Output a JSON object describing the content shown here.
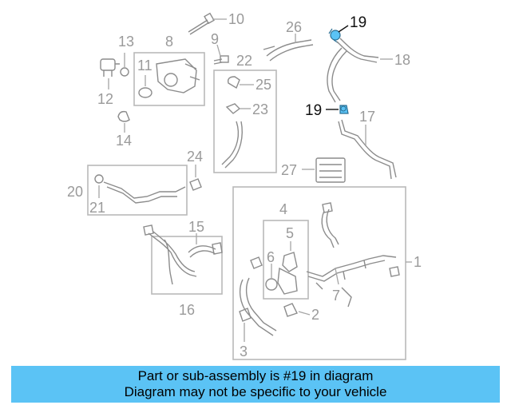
{
  "diagram": {
    "callouts": {
      "n1": "1",
      "n2": "2",
      "n3": "3",
      "n4": "4",
      "n5": "5",
      "n6": "6",
      "n7": "7",
      "n8": "8",
      "n9": "9",
      "n10": "10",
      "n11": "11",
      "n12": "12",
      "n13": "13",
      "n14": "14",
      "n15": "15",
      "n16": "16",
      "n17": "17",
      "n18": "18",
      "n19a": "19",
      "n19b": "19",
      "n20": "20",
      "n21": "21",
      "n22": "22",
      "n23": "23",
      "n24": "24",
      "n25": "25",
      "n26": "26",
      "n27": "27"
    },
    "highlight_color": "#5bc3f5",
    "highlight_part": "19"
  },
  "banner": {
    "line1": "Part or sub-assembly is #19 in diagram",
    "line2": "Diagram may not be specific to your vehicle",
    "color": "#5bc3f5"
  }
}
